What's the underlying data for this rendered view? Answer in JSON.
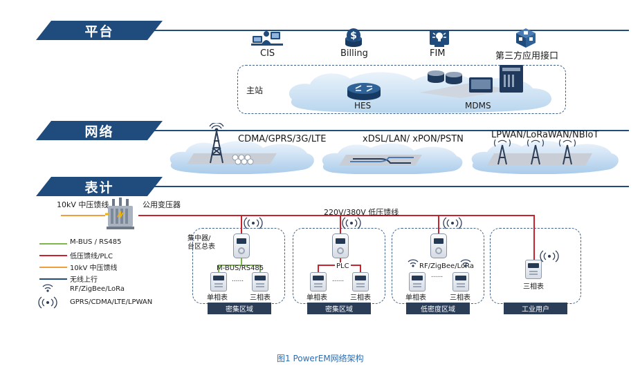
{
  "sections": {
    "platform": "平台",
    "network": "网络",
    "meter": "表计"
  },
  "platform": {
    "systems": [
      "CIS",
      "Billing",
      "FIM",
      "第三方应用接口"
    ],
    "master_station": "主站",
    "hes": "HES",
    "mdms": "MDMS"
  },
  "network": {
    "labels": [
      "CDMA/GPRS/3G/LTE",
      "xDSL/LAN/ xPON/PSTN",
      "LPWAN/LoRaWAN/NBIoT"
    ]
  },
  "meter": {
    "feeder_10kv": "10kV 中压馈线",
    "transformer": "公用变压器",
    "low_voltage_feeder": "220V/380V 低压馈线",
    "concentrator": "集中器/\n台区总表",
    "link_mbus": "M-BUS/RS485",
    "link_plc": "PLC",
    "link_rf": "RF/ZigBee/LoRa",
    "single_phase": "单相表",
    "three_phase": "三相表",
    "ellipsis": "......",
    "regions": [
      "密集区域",
      "密集区域",
      "低密度区域",
      "工业用户"
    ]
  },
  "legend": [
    {
      "label": "M-BUS / RS485",
      "color": "#7ab648"
    },
    {
      "label": "低压馈线/PLC",
      "color": "#c8232c"
    },
    {
      "label": "10kV 中压馈线",
      "color": "#f39c3c"
    },
    {
      "label": "无线上行",
      "color": "#1f4c7d"
    },
    {
      "label": "RF/ZigBee/LoRa",
      "color": ""
    },
    {
      "label": "GPRS/CDMA/LTE/LPWAN",
      "color": ""
    }
  ],
  "caption": "图1  PowerEM网络架构"
}
